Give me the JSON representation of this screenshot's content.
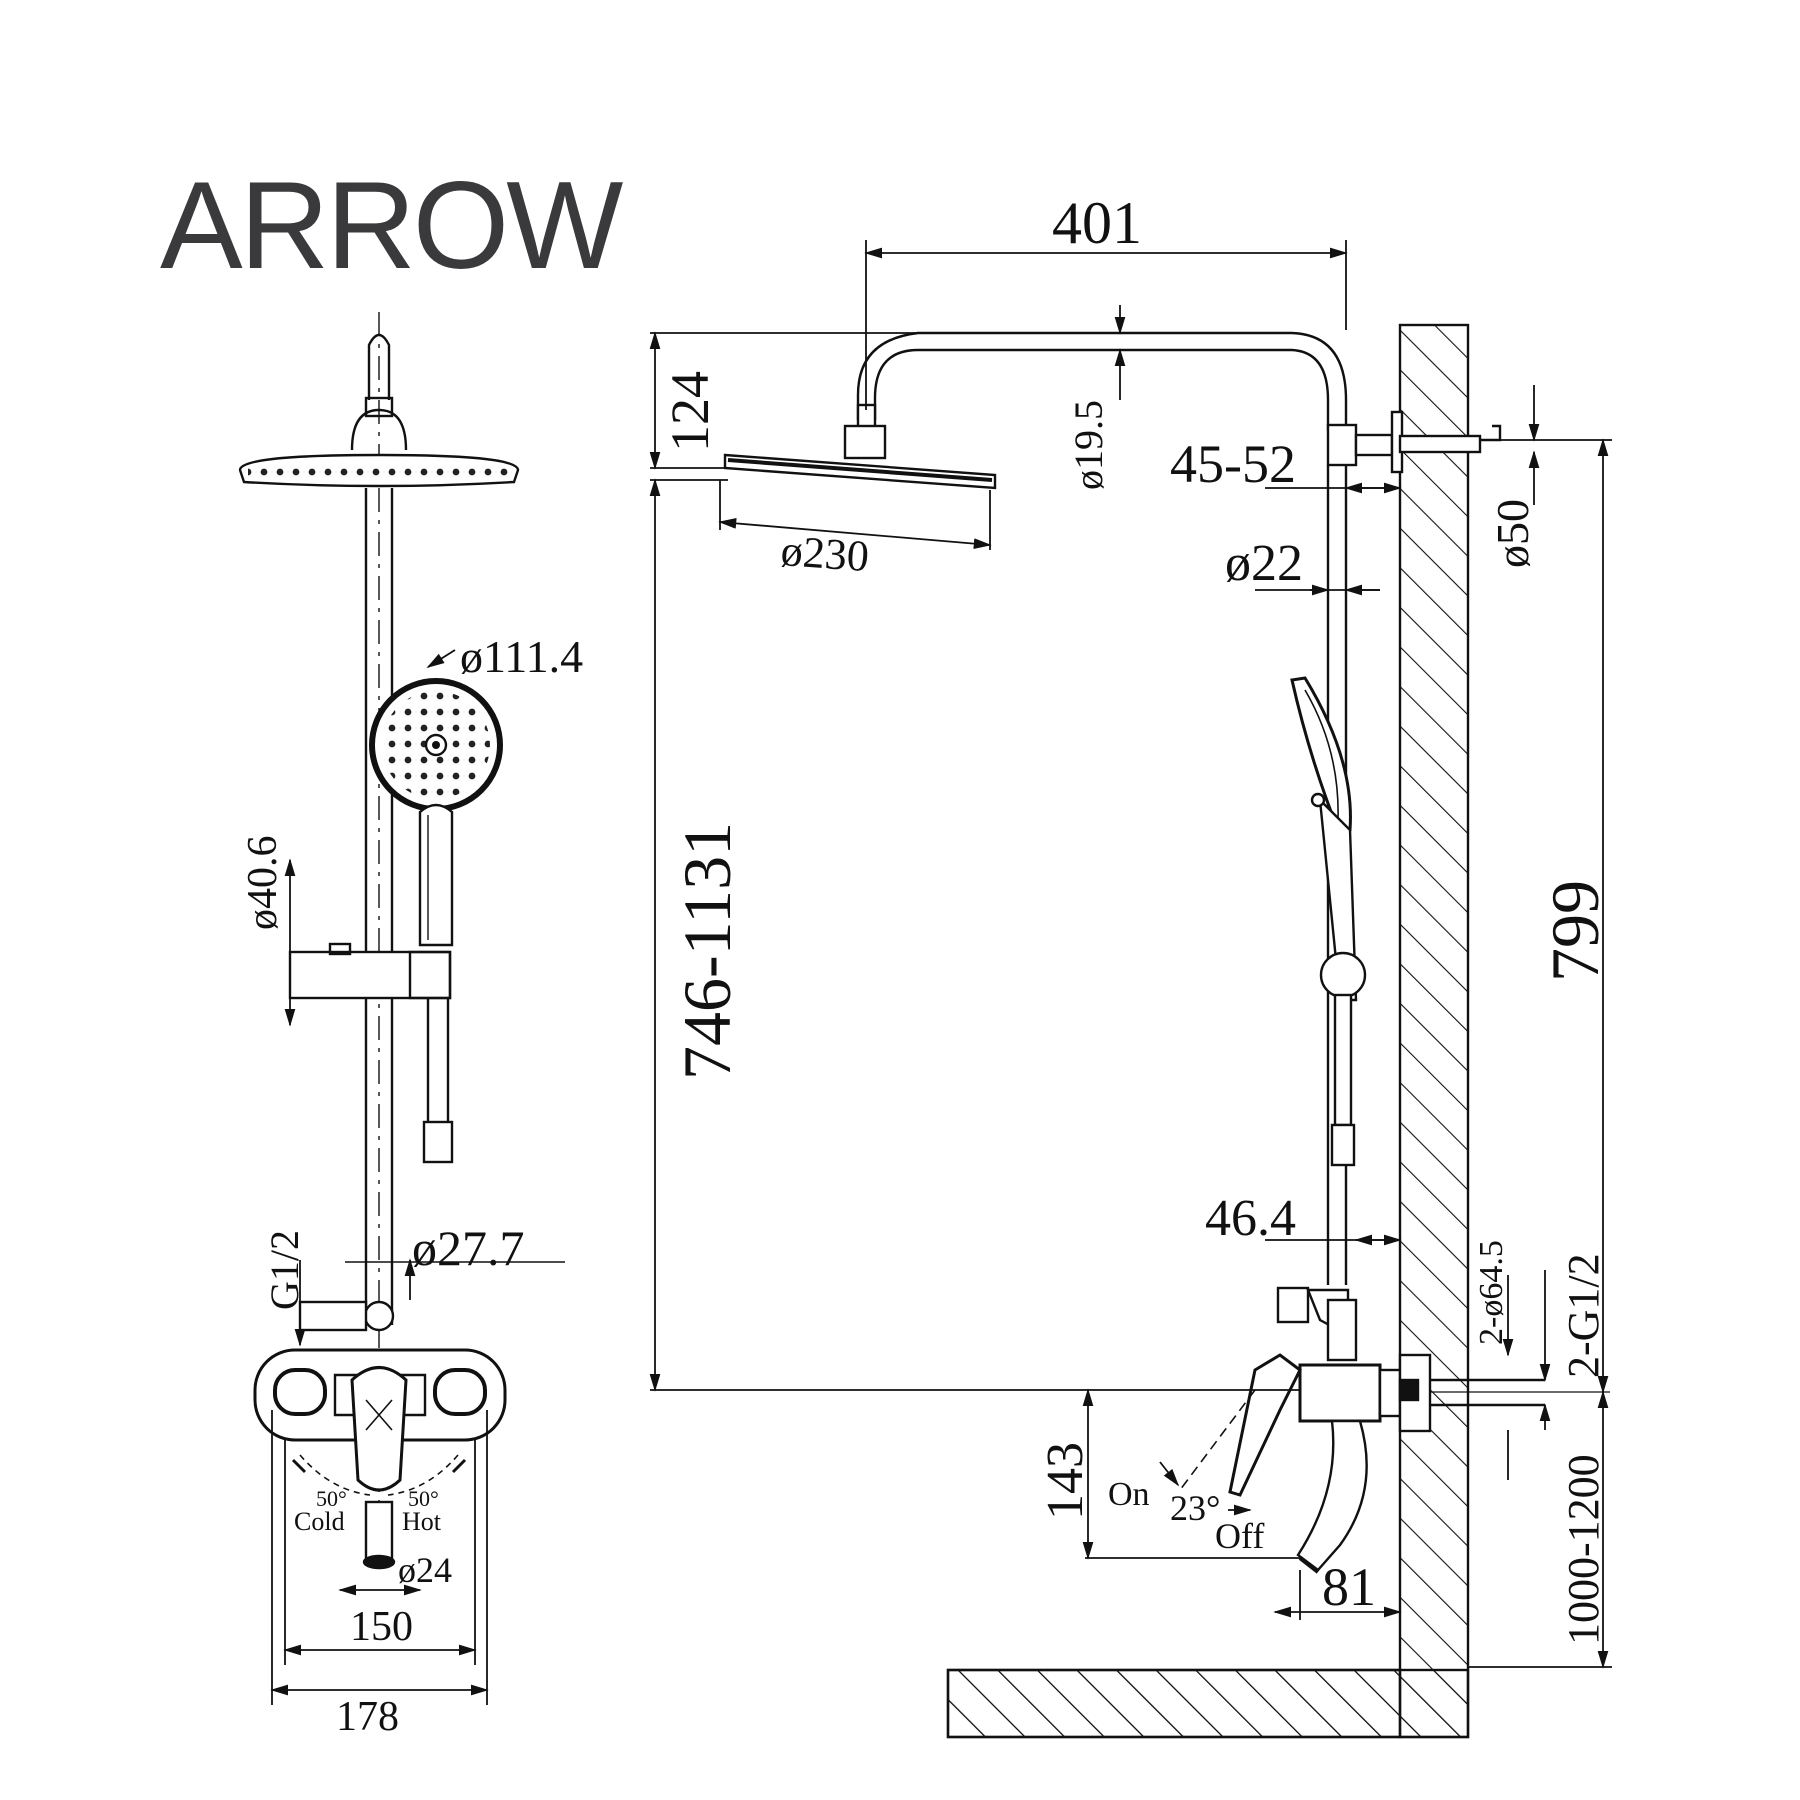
{
  "brand": "ARROW",
  "front_view": {
    "handshower_diameter": "ø111.4",
    "holder_diameter": "ø40.6",
    "inlet_thread": "G1/2",
    "pipe_diameter": "ø27.7",
    "angle_cold": "50°",
    "angle_hot": "50°",
    "label_cold": "Cold",
    "label_hot": "Hot",
    "spout_diameter": "ø24",
    "width_inner": "150",
    "width_outer": "178"
  },
  "side_view": {
    "arm_length": "401",
    "arm_tube_diameter": "ø19.5",
    "head_drop": "124",
    "wall_offset": "45-52",
    "rosette_diameter": "ø50",
    "head_diameter": "ø230",
    "riser_diameter": "ø22",
    "height_adjust": "746-1131",
    "total_height": "799",
    "mixer_offset": "46.4",
    "inlet_rosette": "2-ø64.5",
    "inlet_threads": "2-G1/2",
    "install_height": "1000-1200",
    "spout_drop": "143",
    "label_on": "On",
    "label_off": "Off",
    "lever_angle": "23°",
    "spout_projection": "81"
  }
}
